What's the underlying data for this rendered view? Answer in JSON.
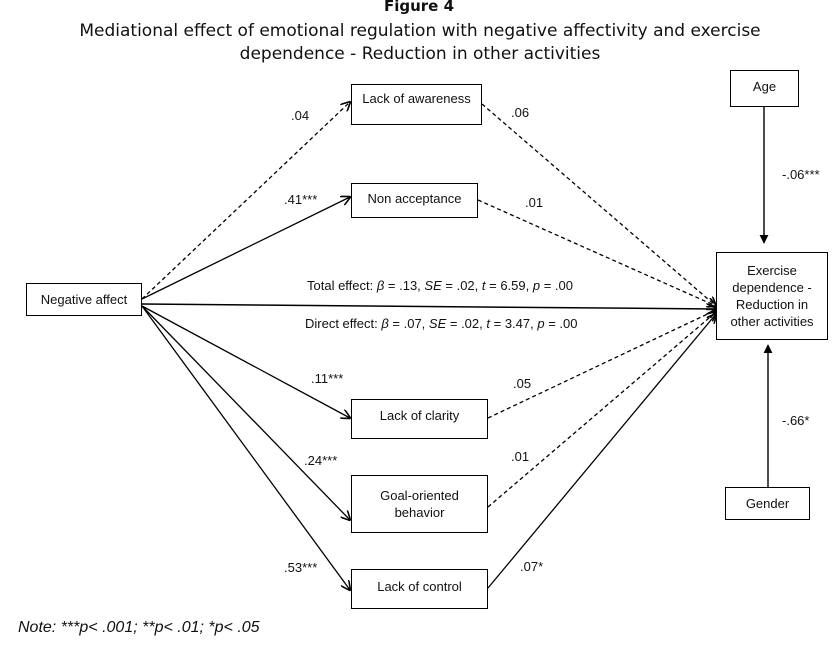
{
  "figure_label": "Figure 4",
  "title_line1": "Mediational effect of emotional regulation with negative affectivity and exercise",
  "title_line2": "dependence - Reduction in other activities",
  "nodes": {
    "negative_affect": "Negative affect",
    "lack_of_awareness": "Lack of awareness",
    "non_acceptance": "Non acceptance",
    "lack_of_clarity": "Lack of clarity",
    "goal_oriented_line1": "Goal-oriented",
    "goal_oriented_line2": "behavior",
    "lack_of_control": "Lack of control",
    "outcome_line1": "Exercise",
    "outcome_line2": "dependence -",
    "outcome_line3": "Reduction in",
    "outcome_line4": "other activities",
    "age": "Age",
    "gender": "Gender"
  },
  "coefficients": {
    "na_awareness": ".04",
    "awareness_outcome": ".06",
    "na_nonacceptance": ".41***",
    "nonacceptance_outcome": ".01",
    "na_clarity": ".11***",
    "clarity_outcome": ".05",
    "na_goal": ".24***",
    "goal_outcome": ".01",
    "na_control": ".53***",
    "control_outcome": ".07*",
    "age_outcome": "-.06***",
    "gender_outcome": "-.66*"
  },
  "total_effect": {
    "prefix": "Total effect: ",
    "beta_symbol": "β",
    "beta_value": " = .13, ",
    "se_symbol": "SE",
    "se_value": " = .02, ",
    "t_symbol": "t",
    "t_value": " = 6.59, ",
    "p_symbol": "p",
    "p_value": " = .00"
  },
  "direct_effect": {
    "prefix": "Direct effect: ",
    "beta_symbol": "β",
    "beta_value": " = .07, ",
    "se_symbol": "SE",
    "se_value": " = .02, ",
    "t_symbol": "t",
    "t_value": " = 3.47, ",
    "p_symbol": "p",
    "p_value": " = .00"
  },
  "note": {
    "label": "Note:",
    "stars3": " ***",
    "p1": "p",
    "v1": "< .001; **",
    "p2": "p",
    "v2": "< .01; *",
    "p3": "p",
    "v3": "< .05"
  }
}
